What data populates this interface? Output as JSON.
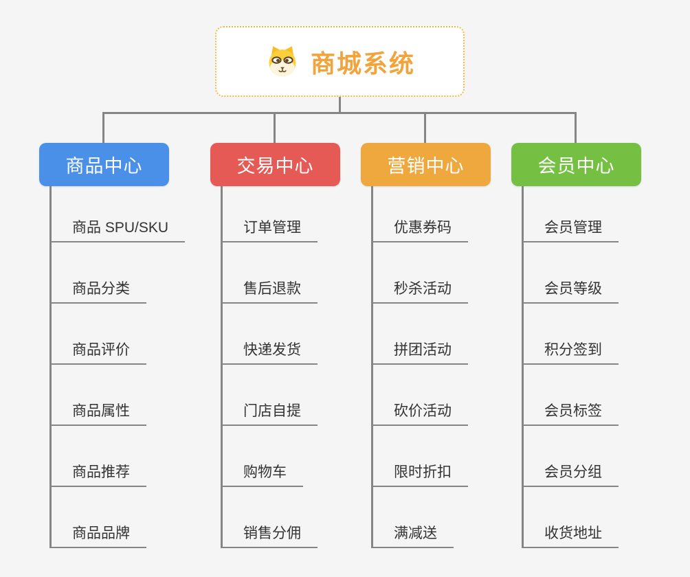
{
  "canvas": {
    "background": "#f5f5f6",
    "connector_color": "#858585"
  },
  "root": {
    "title": "商城系统",
    "icon": "dog-face-icon",
    "title_color": "#f2a43c",
    "border_color": "#f5b63e"
  },
  "branches": [
    {
      "label": "商品中心",
      "color": "#4a90e8",
      "items": [
        "商品 SPU/SKU",
        "商品分类",
        "商品评价",
        "商品属性",
        "商品推荐",
        "商品品牌"
      ]
    },
    {
      "label": "交易中心",
      "color": "#e65a55",
      "items": [
        "订单管理",
        "售后退款",
        "快递发货",
        "门店自提",
        "购物车",
        "销售分佣"
      ]
    },
    {
      "label": "营销中心",
      "color": "#efa83d",
      "items": [
        "优惠券码",
        "秒杀活动",
        "拼团活动",
        "砍价活动",
        "限时折扣",
        "满减送"
      ]
    },
    {
      "label": "会员中心",
      "color": "#75c043",
      "items": [
        "会员管理",
        "会员等级",
        "积分签到",
        "会员标签",
        "会员分组",
        "收货地址"
      ]
    }
  ]
}
